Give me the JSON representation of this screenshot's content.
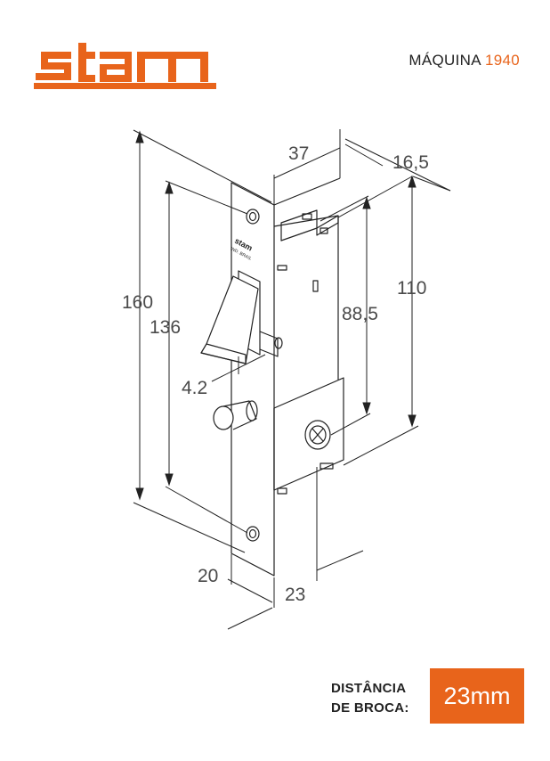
{
  "brand": {
    "logo_text": "stam",
    "color": "#e8641b"
  },
  "header": {
    "title_prefix": "MÁQUINA",
    "title_model": "1940"
  },
  "diagram": {
    "plate_stamp": "stam",
    "plate_stamp_sub": "IND. BRAS.",
    "dimensions": {
      "height_total": "160",
      "screw_spacing": "136",
      "latch_offset": "4.2",
      "body_depth": "37",
      "back_depth": "16,5",
      "body_height": "110",
      "latch_to_key": "88,5",
      "plate_width": "20",
      "backset": "23"
    }
  },
  "footer": {
    "label_line1": "DISTÂNCIA",
    "label_line2": "DE BROCA:",
    "badge_value": "23mm"
  }
}
